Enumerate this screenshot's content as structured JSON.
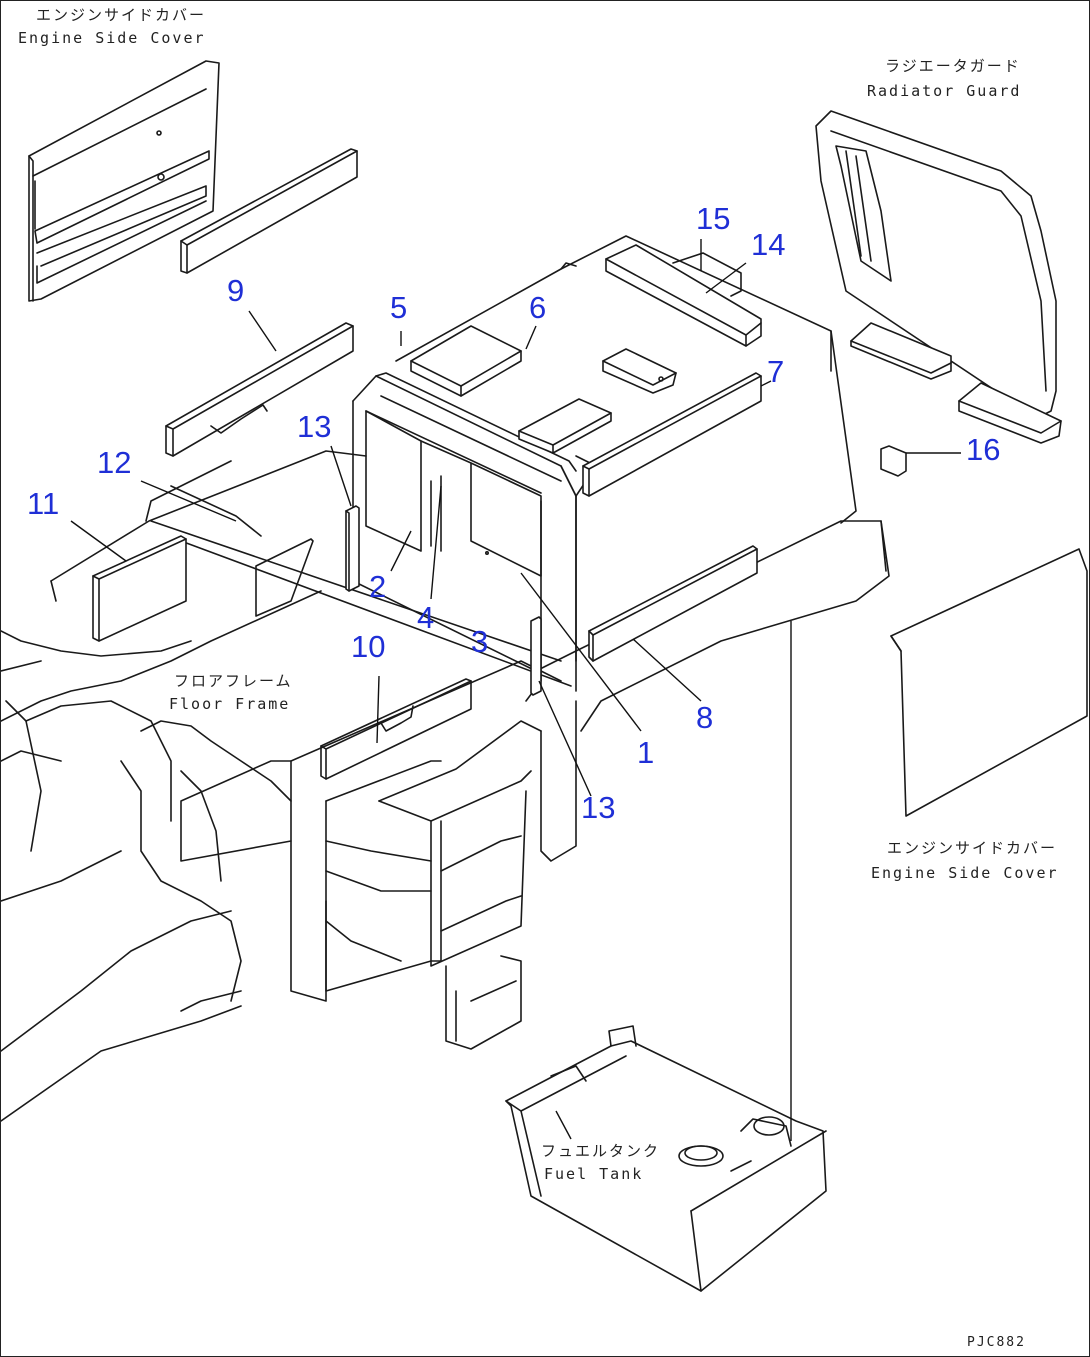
{
  "labels": {
    "engine_side_cover_top_jp": "エンジンサイドカバー",
    "engine_side_cover_top_en": "Engine Side Cover",
    "radiator_guard_jp": "ラジエータガード",
    "radiator_guard_en": "Radiator Guard",
    "floor_frame_jp": "フロアフレーム",
    "floor_frame_en": "Floor Frame",
    "engine_side_cover_right_jp": "エンジンサイドカバー",
    "engine_side_cover_right_en": "Engine Side Cover",
    "fuel_tank_jp": "フュエルタンク",
    "fuel_tank_en": "Fuel Tank",
    "drawing_number": "PJC882"
  },
  "callouts": [
    "1",
    "2",
    "3",
    "4",
    "5",
    "6",
    "7",
    "8",
    "9",
    "10",
    "11",
    "12",
    "13",
    "13",
    "14",
    "15",
    "16"
  ],
  "colors": {
    "callout": "#1f2fd6",
    "line": "#1a1a1a",
    "background": "#ffffff"
  }
}
